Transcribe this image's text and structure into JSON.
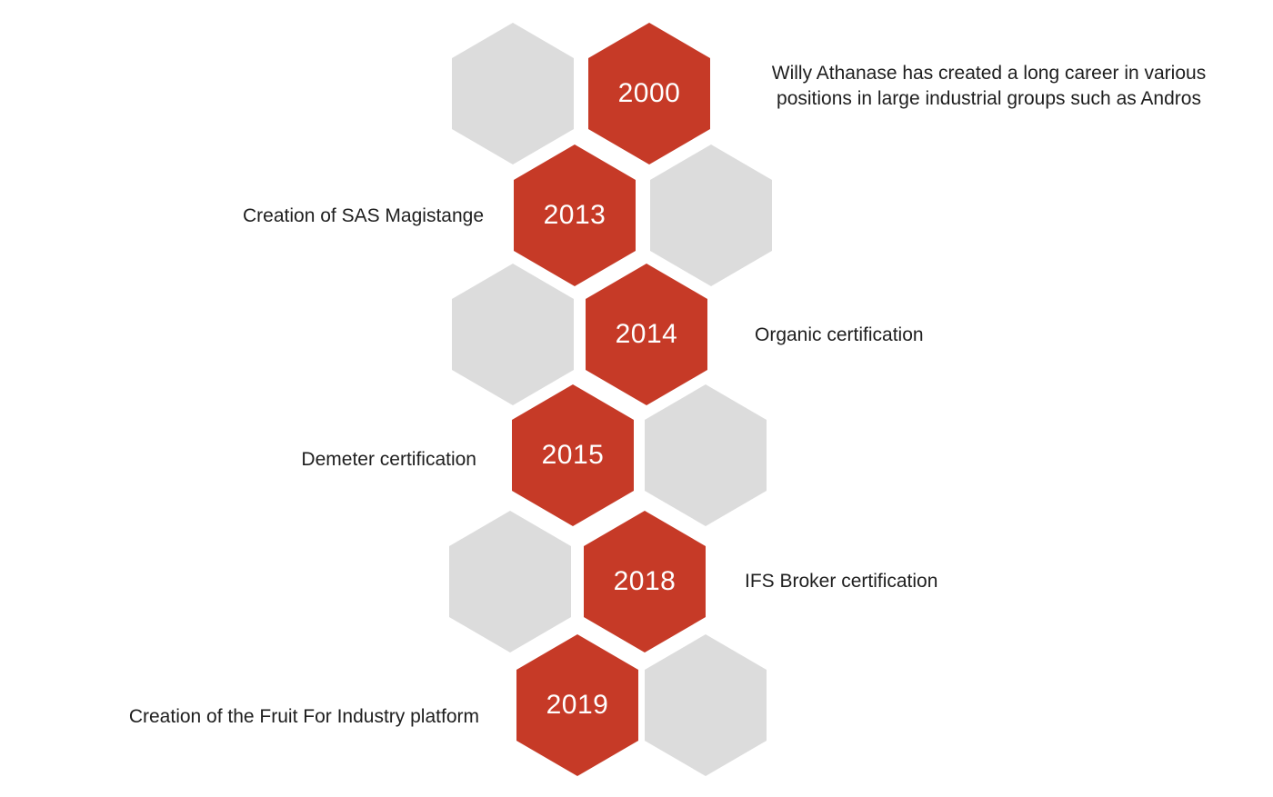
{
  "colors": {
    "accent": "#c63a27",
    "neutral": "#dcdcdc",
    "text": "#1e1e1e",
    "year_text": "#ffffff"
  },
  "timeline": [
    {
      "year": "2000",
      "event": "Willy Athanase has created a long career in various positions in large industrial groups such as Andros",
      "side": "right"
    },
    {
      "year": "2013",
      "event": "Creation of SAS Magistange",
      "side": "left"
    },
    {
      "year": "2014",
      "event": "Organic certification",
      "side": "right"
    },
    {
      "year": "2015",
      "event": "Demeter certification",
      "side": "left"
    },
    {
      "year": "2018",
      "event": "IFS Broker certification",
      "side": "right"
    },
    {
      "year": "2019",
      "event": "Creation of the Fruit For Industry platform",
      "side": "left"
    }
  ]
}
